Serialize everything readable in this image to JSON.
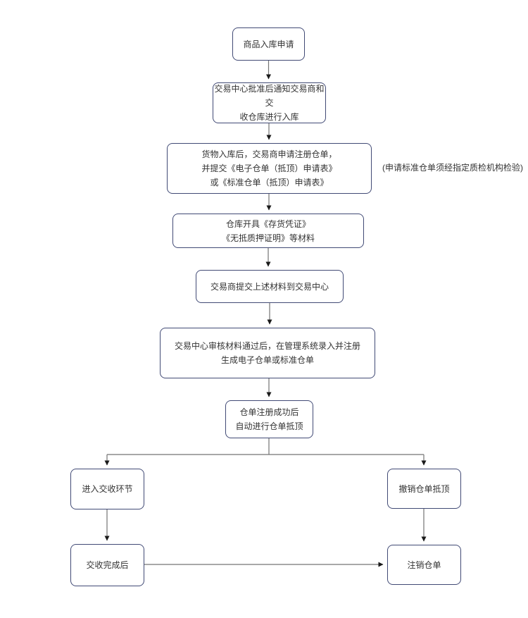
{
  "colors": {
    "background": "#ffffff",
    "node_border": "#414a75",
    "node_fill": "#ffffff",
    "text": "#333333",
    "connector_line": "#737373",
    "arrowhead": "#1a1a1a"
  },
  "diagram": {
    "nodes": [
      {
        "id": "n1",
        "label": "商品入库申请"
      },
      {
        "id": "n2",
        "label": "交易中心批准后通知交易商和交\n收仓库进行入库"
      },
      {
        "id": "n3",
        "label": "货物入库后，交易商申请注册仓单，\n并提交《电子仓单（抵顶）申请表》\n或《标准仓单（抵顶）申请表》"
      },
      {
        "id": "n4",
        "label": "仓库开具《存货凭证》\n《无抵质押证明》等材料"
      },
      {
        "id": "n5",
        "label": "交易商提交上述材料到交易中心"
      },
      {
        "id": "n6",
        "label": "交易中心审核材料通过后，在管理系统录入并注册\n生成电子仓单或标准仓单"
      },
      {
        "id": "n7",
        "label": "仓单注册成功后\n自动进行仓单抵顶"
      },
      {
        "id": "n8",
        "label": "进入交收环节"
      },
      {
        "id": "n9",
        "label": "撤销仓单抵顶"
      },
      {
        "id": "n10",
        "label": "交收完成后"
      },
      {
        "id": "n11",
        "label": "注销仓单"
      }
    ],
    "annotations": [
      {
        "id": "note1",
        "text": "(申请标准仓单须经指定质检机构检验)",
        "attached_to": "n3"
      }
    ],
    "edges": [
      {
        "from": "n1",
        "to": "n2"
      },
      {
        "from": "n2",
        "to": "n3"
      },
      {
        "from": "n3",
        "to": "n4"
      },
      {
        "from": "n4",
        "to": "n5"
      },
      {
        "from": "n5",
        "to": "n6"
      },
      {
        "from": "n6",
        "to": "n7"
      },
      {
        "from": "n7",
        "to": "n8"
      },
      {
        "from": "n7",
        "to": "n9"
      },
      {
        "from": "n8",
        "to": "n10"
      },
      {
        "from": "n9",
        "to": "n11"
      },
      {
        "from": "n10",
        "to": "n11"
      }
    ]
  }
}
